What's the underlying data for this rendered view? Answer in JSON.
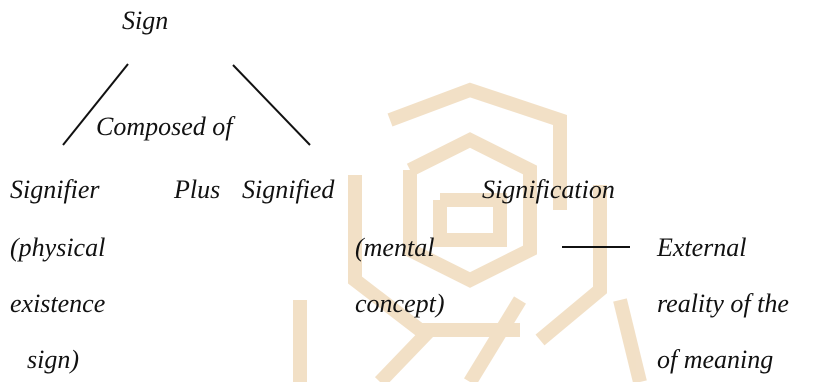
{
  "diagram": {
    "root": "Sign",
    "relation": "Composed of",
    "signifier": {
      "label": "Signifier",
      "desc_lines": [
        "(physical",
        "existence",
        "sign)"
      ]
    },
    "connector": "Plus",
    "signified": {
      "label": "Signified",
      "desc_lines": [
        "(mental",
        "concept)"
      ]
    },
    "signification": {
      "label": "Signification"
    },
    "external": {
      "desc_lines": [
        "External",
        "reality of the",
        "of meaning"
      ]
    }
  },
  "colors": {
    "text": "#111111",
    "watermark": "#e8c9a0"
  },
  "watermark_icon": "institution-logo-watermark"
}
